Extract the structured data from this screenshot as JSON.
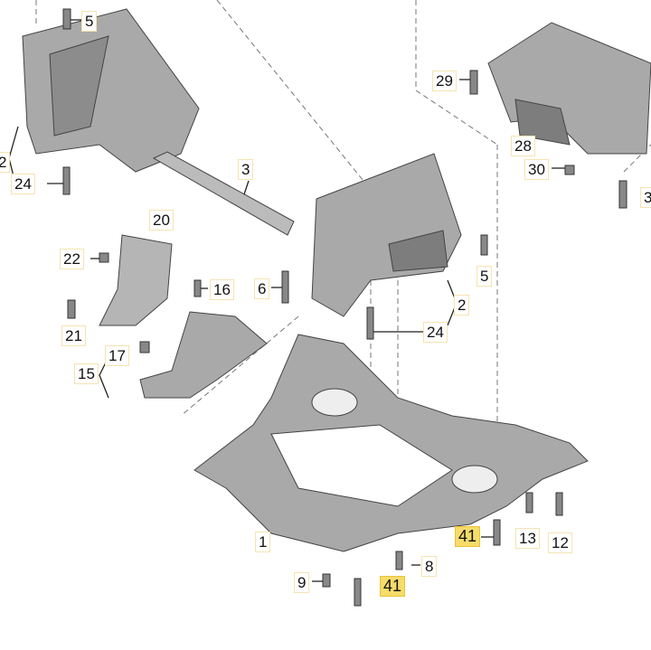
{
  "labels": {
    "l5a": "5",
    "l29": "29",
    "l28": "28",
    "l30": "30",
    "l31": "3",
    "l2edge": "2",
    "l24a": "24",
    "l3": "3",
    "l20": "20",
    "l22": "22",
    "l16": "16",
    "l6": "6",
    "l5b": "5",
    "l2": "2",
    "l24b": "24",
    "l21": "21",
    "l17": "17",
    "l15": "15",
    "l1": "1",
    "l9": "9",
    "l8": "8",
    "l41a": "41",
    "l41b": "41",
    "l13": "13",
    "l12": "12"
  },
  "colors": {
    "part": "#a9a9a9",
    "part_dark": "#7d7d7d",
    "label_border": "#f5e3b0",
    "highlight": "#f6dc6a"
  }
}
